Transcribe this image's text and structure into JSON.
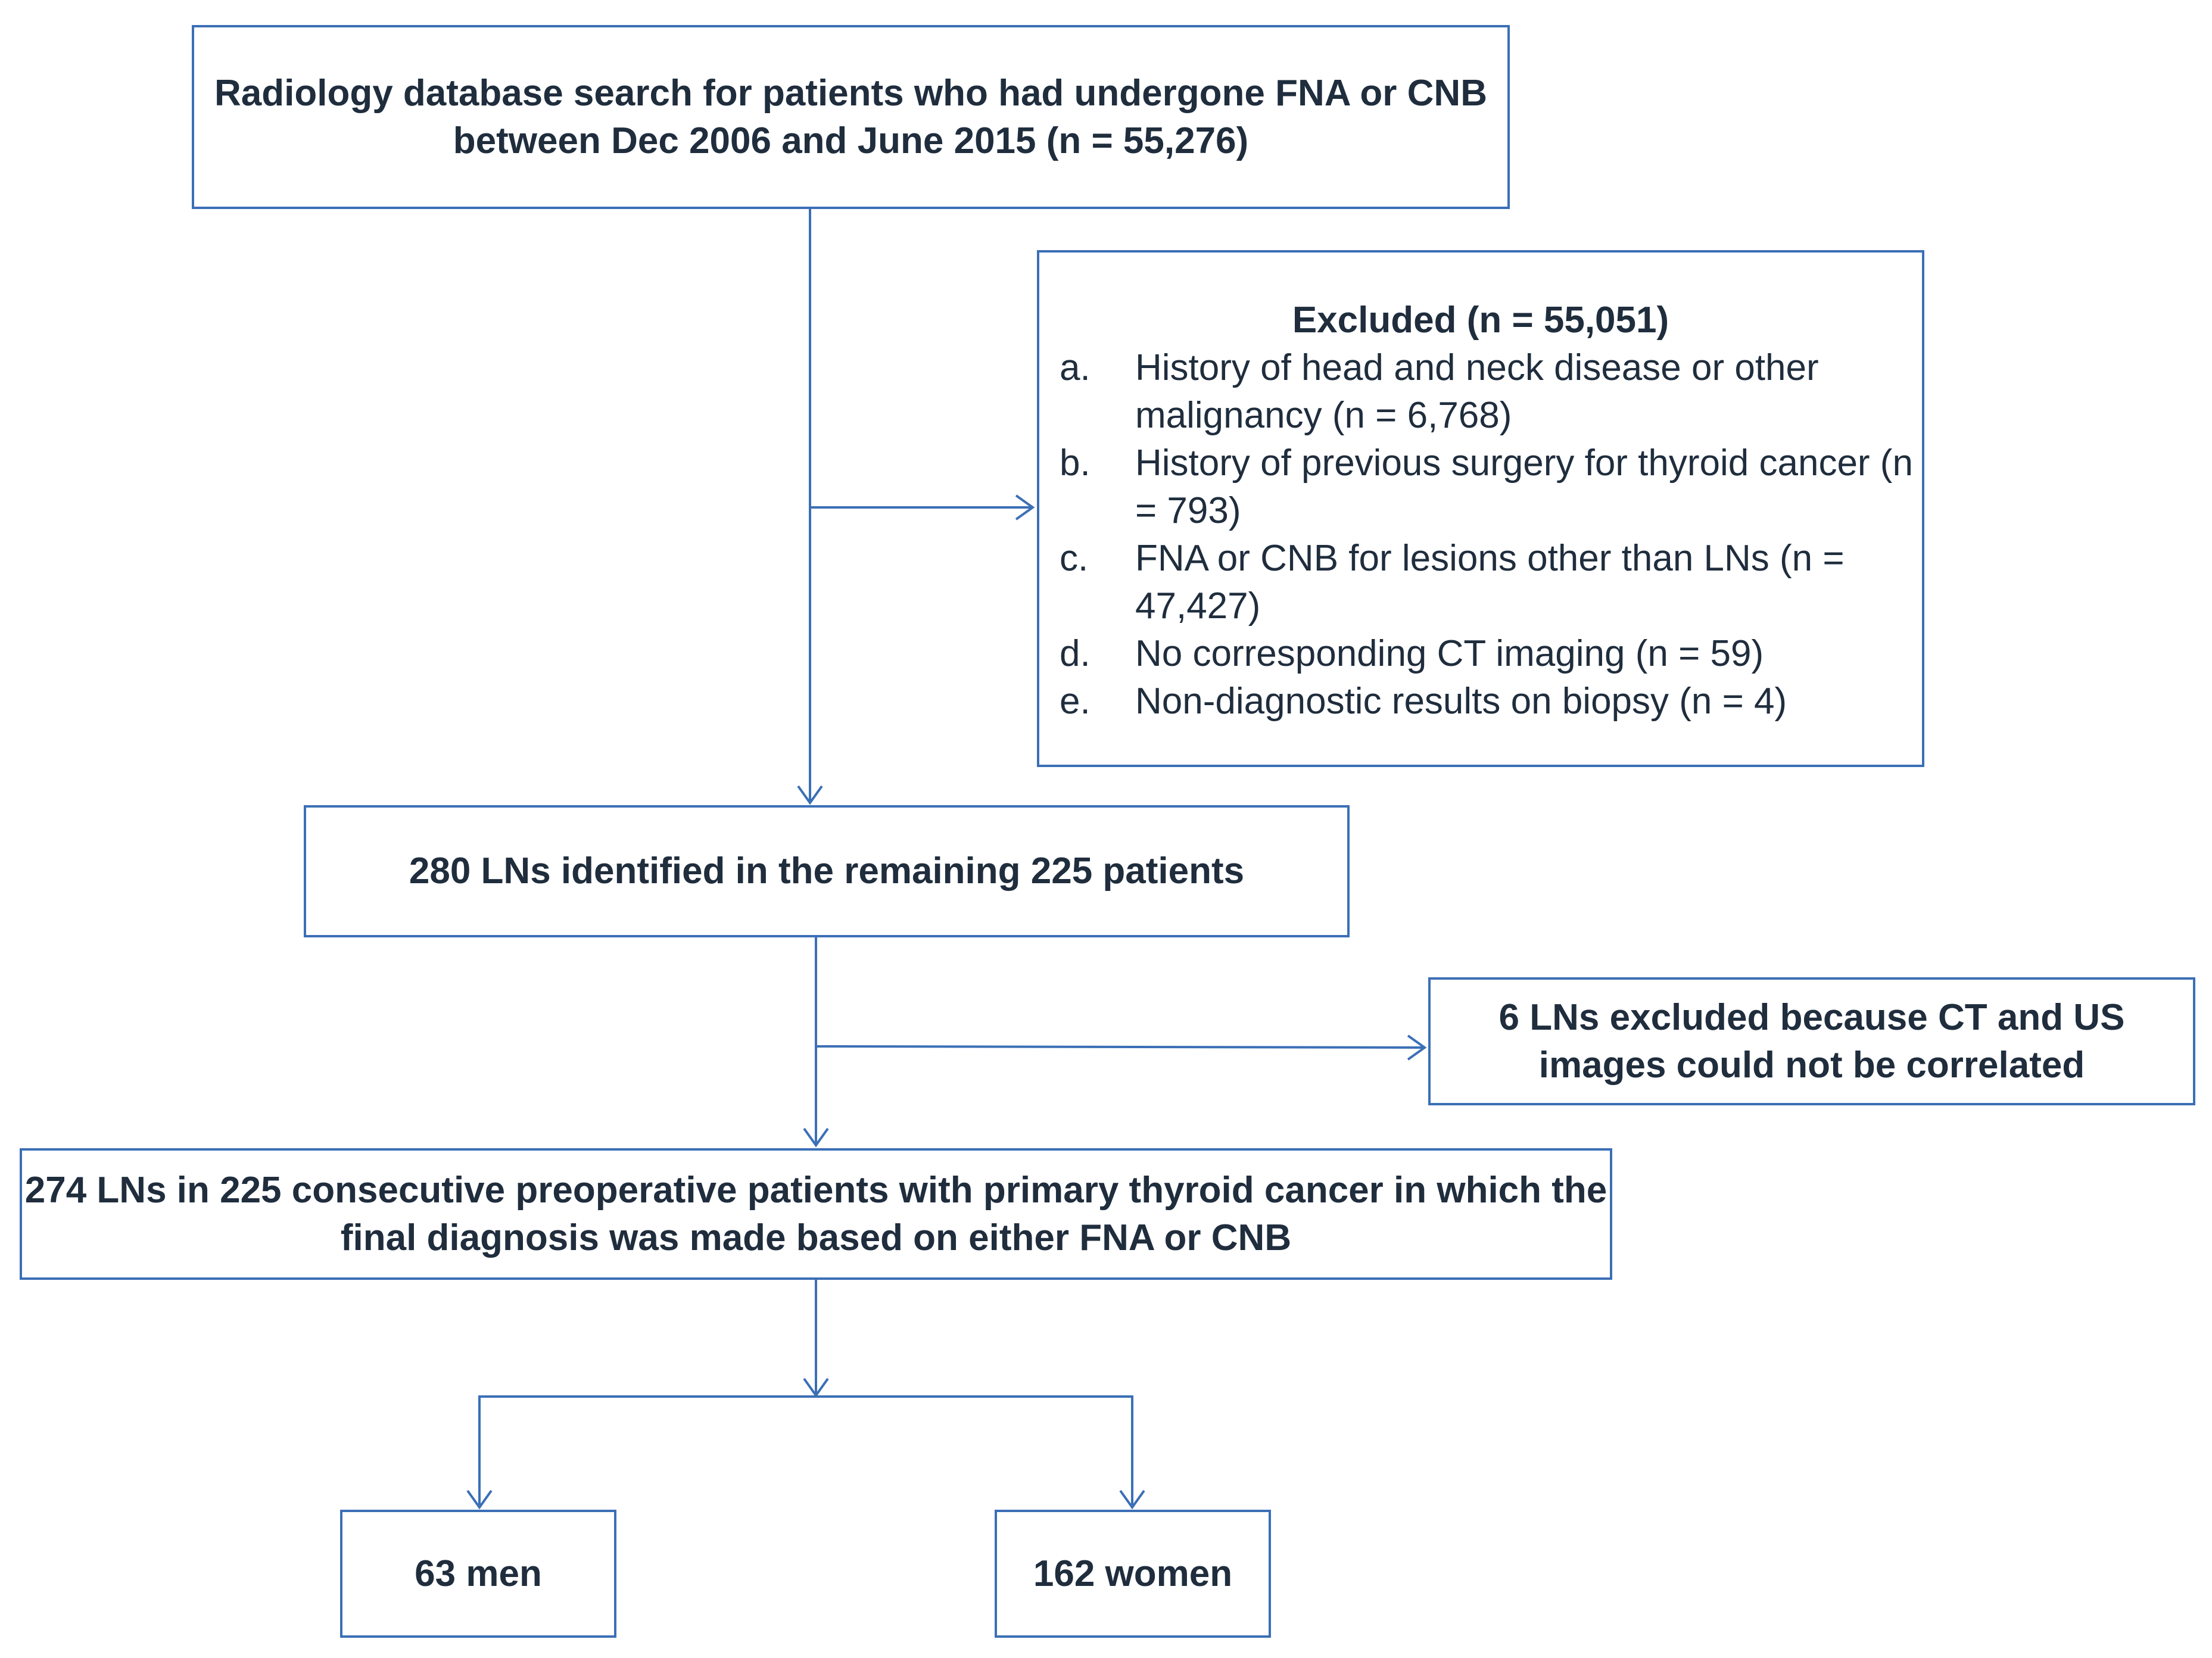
{
  "boxes": {
    "search": "Radiology database search for patients who had undergone FNA or CNB between Dec 2006 and June 2015 (n = 55,276)",
    "excluded_title": "Excluded (n = 55,051)",
    "excluded_items": [
      {
        "marker": "a.",
        "text": "History of head and neck disease or other malignancy (n = 6,768)"
      },
      {
        "marker": "b.",
        "text": "History of previous surgery for thyroid cancer (n = 793)"
      },
      {
        "marker": "c.",
        "text": "FNA or CNB for lesions other than LNs (n = 47,427)"
      },
      {
        "marker": "d.",
        "text": "No corresponding CT imaging (n = 59)"
      },
      {
        "marker": "e.",
        "text": "Non-diagnostic results on biopsy (n = 4)"
      }
    ],
    "remaining": "280 LNs identified in the remaining 225 patients",
    "correlate_excluded": "6 LNs excluded because CT and US images could not be correlated",
    "final": "274 LNs in 225 consecutive preoperative patients with primary thyroid cancer in which the final diagnosis was made based on either FNA or CNB",
    "men": "63 men",
    "women": "162 women"
  },
  "colors": {
    "border": "#3b6fb6",
    "connector": "#3b6fb6",
    "text": "#1f2d3d"
  }
}
